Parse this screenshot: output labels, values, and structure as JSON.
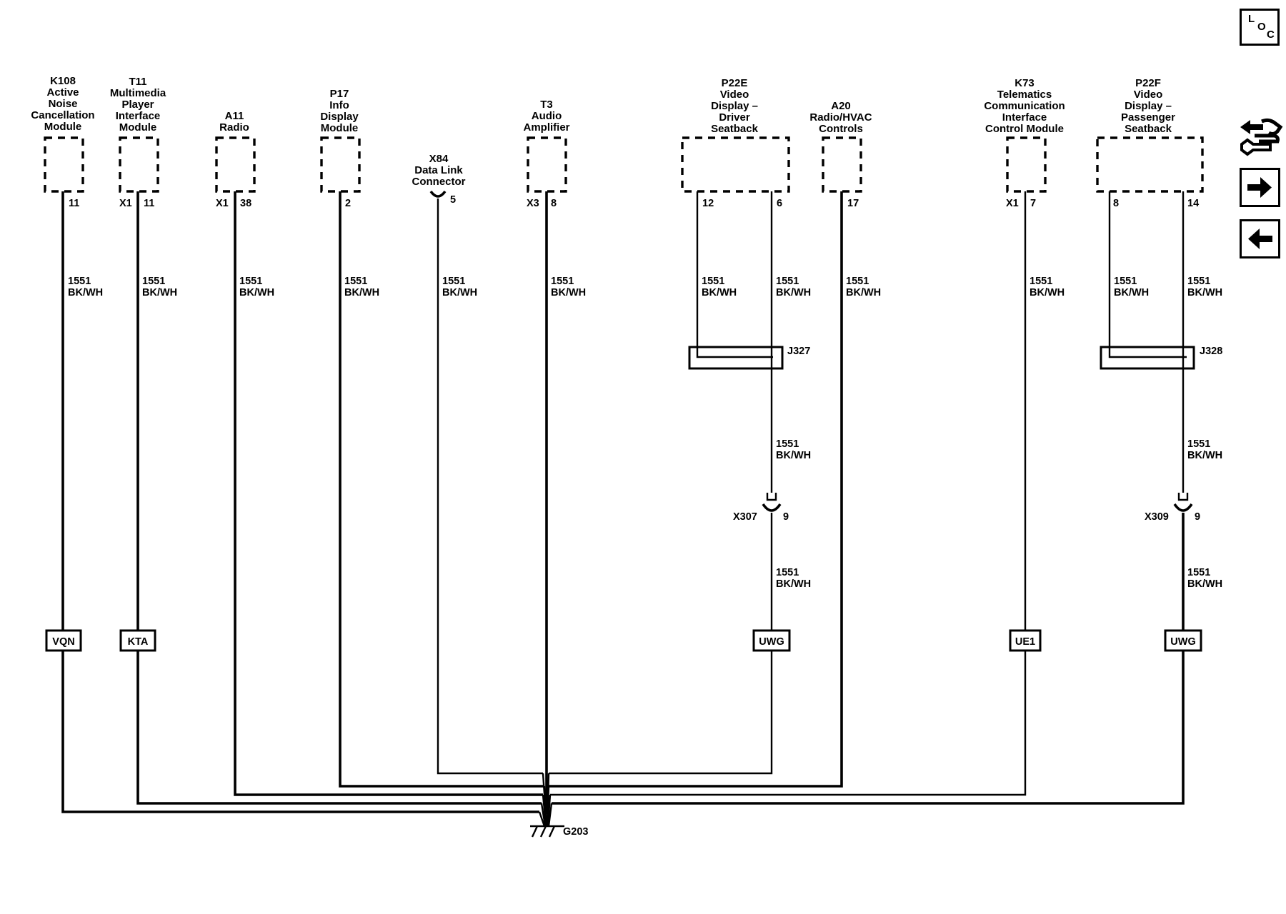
{
  "nav": {
    "loc": [
      "L",
      "O",
      "C"
    ]
  },
  "modules": [
    {
      "id": "K108",
      "desc": [
        "Active",
        "Noise",
        "Cancellation",
        "Module"
      ],
      "pins": [
        "11"
      ],
      "wire": [
        "1551",
        "BK/WH"
      ],
      "option": "VQN"
    },
    {
      "id": "T11",
      "desc": [
        "Multimedia",
        "Player",
        "Interface",
        "Module"
      ],
      "connector": "X1",
      "pins": [
        "11"
      ],
      "wire": [
        "1551",
        "BK/WH"
      ],
      "option": "KTA"
    },
    {
      "id": "A11",
      "desc": [
        "Radio"
      ],
      "connector": "X1",
      "pins": [
        "38"
      ],
      "wire": [
        "1551",
        "BK/WH"
      ]
    },
    {
      "id": "P17",
      "desc": [
        "Info",
        "Display",
        "Module"
      ],
      "pins": [
        "2"
      ],
      "wire": [
        "1551",
        "BK/WH"
      ]
    },
    {
      "id": "X84",
      "desc": [
        "Data Link",
        "Connector"
      ],
      "pins": [
        "5"
      ],
      "wire": [
        "1551",
        "BK/WH"
      ]
    },
    {
      "id": "T3",
      "desc": [
        "Audio",
        "Amplifier"
      ],
      "connector": "X3",
      "pins": [
        "8"
      ],
      "wire": [
        "1551",
        "BK/WH"
      ]
    },
    {
      "id": "P22E",
      "desc": [
        "Video",
        "Display –",
        "Driver",
        "Seatback"
      ],
      "pins": [
        "12",
        "6"
      ],
      "wire": [
        "1551",
        "BK/WH"
      ],
      "splice": "J327",
      "inline": "X307",
      "inline_pin": "9",
      "option": "UWG"
    },
    {
      "id": "A20",
      "desc": [
        "Radio/HVAC",
        "Controls"
      ],
      "pins": [
        "17"
      ],
      "wire": [
        "1551",
        "BK/WH"
      ]
    },
    {
      "id": "K73",
      "desc": [
        "Telematics",
        "Communication",
        "Interface",
        "Control Module"
      ],
      "connector": "X1",
      "pins": [
        "7"
      ],
      "wire": [
        "1551",
        "BK/WH"
      ],
      "option": "UE1"
    },
    {
      "id": "P22F",
      "desc": [
        "Video",
        "Display –",
        "Passenger",
        "Seatback"
      ],
      "pins": [
        "8",
        "14"
      ],
      "wire": [
        "1551",
        "BK/WH"
      ],
      "splice": "J328",
      "inline": "X309",
      "inline_pin": "9",
      "option": "UWG"
    }
  ],
  "ground": "G203"
}
